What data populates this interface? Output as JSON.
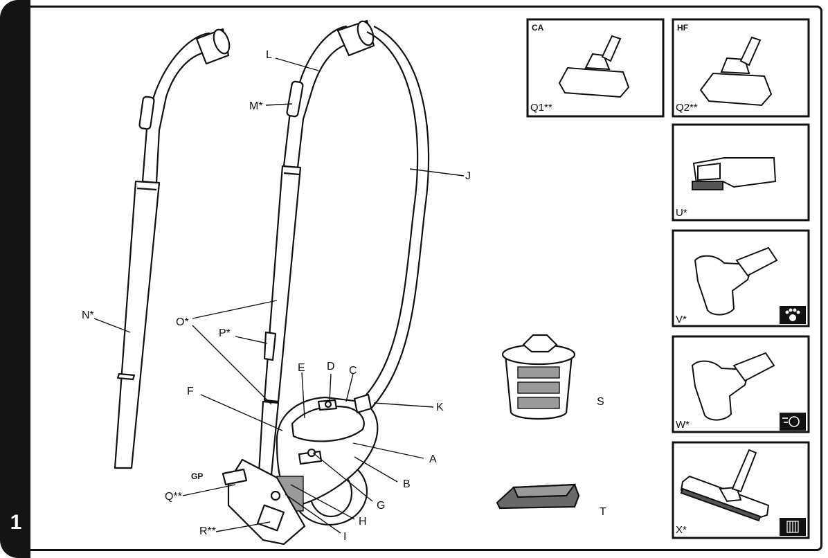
{
  "page_number": "1",
  "labels": {
    "A": "A",
    "B": "B",
    "C": "C",
    "D": "D",
    "E": "E",
    "F": "F",
    "G": "G",
    "H": "H",
    "I": "I",
    "J": "J",
    "K": "K",
    "L": "L",
    "M": "M*",
    "N": "N*",
    "O": "O*",
    "P": "P*",
    "Q": "Q**",
    "R": "R**",
    "GP": "GP",
    "S": "S",
    "T": "T"
  },
  "accessories": [
    {
      "code": "CA",
      "label": "Q1**",
      "icon": "floor-nozzle"
    },
    {
      "code": "HF",
      "label": "Q2**",
      "icon": "floor-nozzle"
    },
    {
      "code": "",
      "label": "U*",
      "icon": "crevice-brush-tool"
    },
    {
      "code": "",
      "label": "V*",
      "icon": "pet-paw"
    },
    {
      "code": "",
      "label": "W*",
      "icon": "turbo-brush"
    },
    {
      "code": "",
      "label": "X*",
      "icon": "parquet-brush"
    }
  ]
}
